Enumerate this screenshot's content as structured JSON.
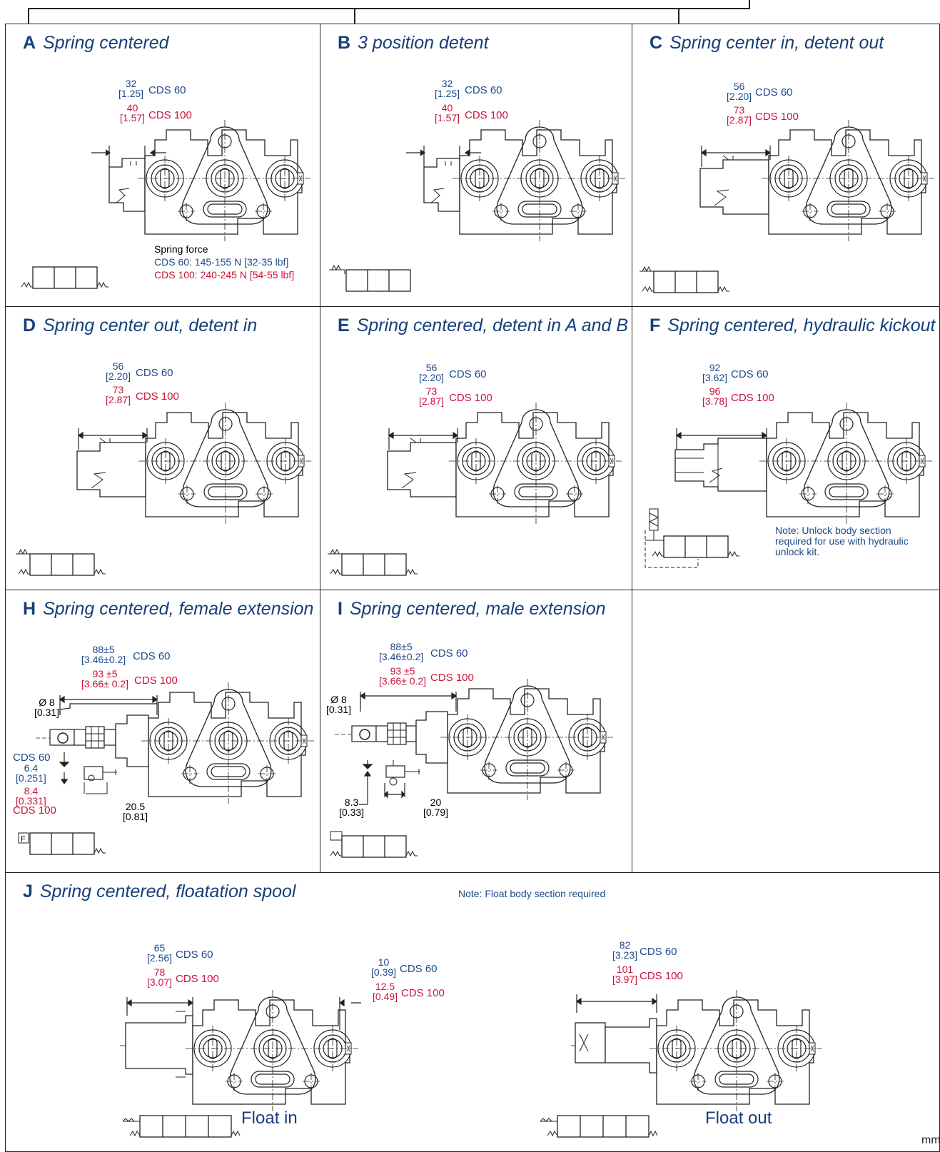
{
  "colors": {
    "title": "#163f7a",
    "cds60": "#1b4a8a",
    "cds100": "#c8143c",
    "line": "#222222"
  },
  "panels": {
    "A": {
      "letter": "A",
      "title": "Spring centered",
      "d60": [
        "32",
        "[1.25]"
      ],
      "d100": [
        "40",
        "[1.57]"
      ],
      "l60": "CDS 60",
      "l100": "CDS 100",
      "spring": {
        "head": "Spring force",
        "cds60": "CDS 60: 145-155 N [32-35 lbf]",
        "cds100": "CDS 100: 240-245 N [54-55 lbf]"
      }
    },
    "B": {
      "letter": "B",
      "title": "3 position detent",
      "d60": [
        "32",
        "[1.25]"
      ],
      "d100": [
        "40",
        "[1.57]"
      ],
      "l60": "CDS 60",
      "l100": "CDS 100"
    },
    "C": {
      "letter": "C",
      "title": "Spring center in, detent out",
      "d60": [
        "56",
        "[2.20]"
      ],
      "d100": [
        "73",
        "[2.87]"
      ],
      "l60": "CDS 60",
      "l100": "CDS 100"
    },
    "D": {
      "letter": "D",
      "title": "Spring center out, detent in",
      "d60": [
        "56",
        "[2.20]"
      ],
      "d100": [
        "73",
        "[2.87]"
      ],
      "l60": "CDS 60",
      "l100": "CDS 100"
    },
    "E": {
      "letter": "E",
      "title": "Spring centered, detent in A and B",
      "d60": [
        "56",
        "[2.20]"
      ],
      "d100": [
        "73",
        "[2.87]"
      ],
      "l60": "CDS 60",
      "l100": "CDS 100"
    },
    "F": {
      "letter": "F",
      "title": "Spring centered, hydraulic kickout",
      "d60": [
        "92",
        "[3.62]"
      ],
      "d100": [
        "96",
        "[3.78]"
      ],
      "l60": "CDS 60",
      "l100": "CDS 100",
      "note": [
        "Note: Unlock body section",
        "required for use with hydraulic",
        "unlock kit."
      ]
    },
    "H": {
      "letter": "H",
      "title": "Spring centered, female extension",
      "d60": [
        "88±5",
        "[3.46±0.2]"
      ],
      "d100": [
        "93 ±5",
        "[3.66± 0.2]"
      ],
      "l60": "CDS 60",
      "l100": "CDS 100",
      "dia": [
        "Ø",
        "8",
        "[0.31]"
      ],
      "side60": "CDS 60",
      "side": [
        "6.4",
        "[0.251]",
        "8.4",
        "[0.331]"
      ],
      "side100": "CDS 100",
      "bottom": [
        "20.5",
        "[0.81]"
      ],
      "sym": "F"
    },
    "I": {
      "letter": "I",
      "title": "Spring centered, male extension",
      "d60": [
        "88±5",
        "[3.46±0.2]"
      ],
      "d100": [
        "93 ±5",
        "[3.66± 0.2]"
      ],
      "l60": "CDS 60",
      "l100": "CDS 100",
      "dia": [
        "Ø",
        "8",
        "[0.31]"
      ],
      "left": [
        "8.3",
        "[0.33]"
      ],
      "bottom": [
        "20",
        "[0.79]"
      ]
    },
    "J": {
      "letter": "J",
      "title": "Spring centered, floatation spool",
      "note": "Note: Float body section required",
      "in": {
        "d60": [
          "65",
          "[2.56]"
        ],
        "d100": [
          "78",
          "[3.07]"
        ],
        "r60": [
          "10",
          "[0.39]"
        ],
        "r100": [
          "12.5",
          "[0.49]"
        ],
        "label": "Float in"
      },
      "out": {
        "d60": [
          "82",
          "[3.23]"
        ],
        "d100": [
          "101",
          "[3.97]"
        ],
        "label": "Float out"
      },
      "l60": "CDS 60",
      "l100": "CDS 100"
    }
  },
  "corner": "mm"
}
